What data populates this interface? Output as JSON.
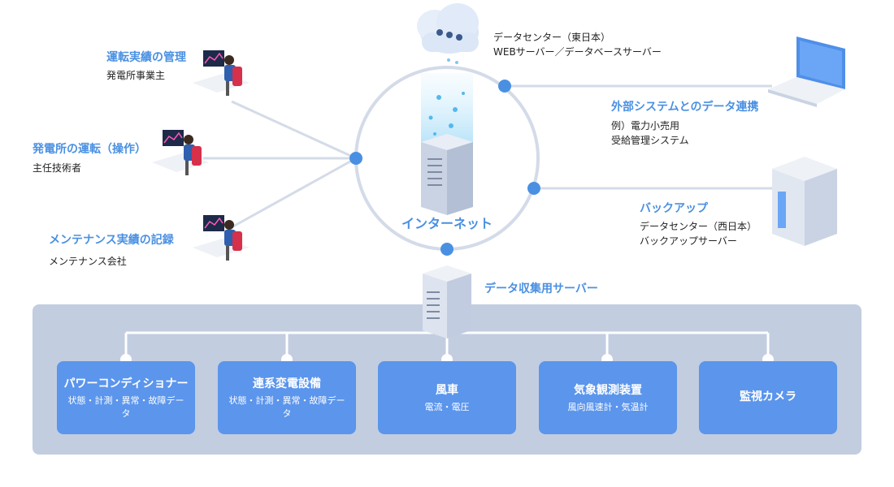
{
  "cloud": {
    "line1": "データセンター（東日本）",
    "line2": "WEBサーバー／データベースサーバー"
  },
  "internet": {
    "label": "インターネット"
  },
  "left_roles": [
    {
      "title": "運転実績の管理",
      "sub": "発電所事業主"
    },
    {
      "title": "発電所の運転（操作）",
      "sub": "主任技術者"
    },
    {
      "title": "メンテナンス実績の記録",
      "sub": "メンテナンス会社"
    }
  ],
  "external": {
    "title": "外部システムとのデータ連携",
    "line1": "例）電力小売用",
    "line2": "受給管理システム"
  },
  "backup": {
    "title": "バックアップ",
    "line1": "データセンター（西日本）",
    "line2": "バックアップサーバー"
  },
  "collector": {
    "label": "データ収集用サーバー"
  },
  "devices": [
    {
      "title": "パワーコンディショナー",
      "sub": "状態・計測・異常・故障データ"
    },
    {
      "title": "連系変電設備",
      "sub": "状態・計測・異常・故障データ"
    },
    {
      "title": "風車",
      "sub": "電流・電圧"
    },
    {
      "title": "気象観測装置",
      "sub": "風向風速計・気温計"
    },
    {
      "title": "監視カメラ",
      "sub": ""
    }
  ],
  "colors": {
    "accent": "#4a90e2",
    "device_box": "#5b95ec",
    "panel": "#c2cde0",
    "line": "#d4dbe8"
  }
}
